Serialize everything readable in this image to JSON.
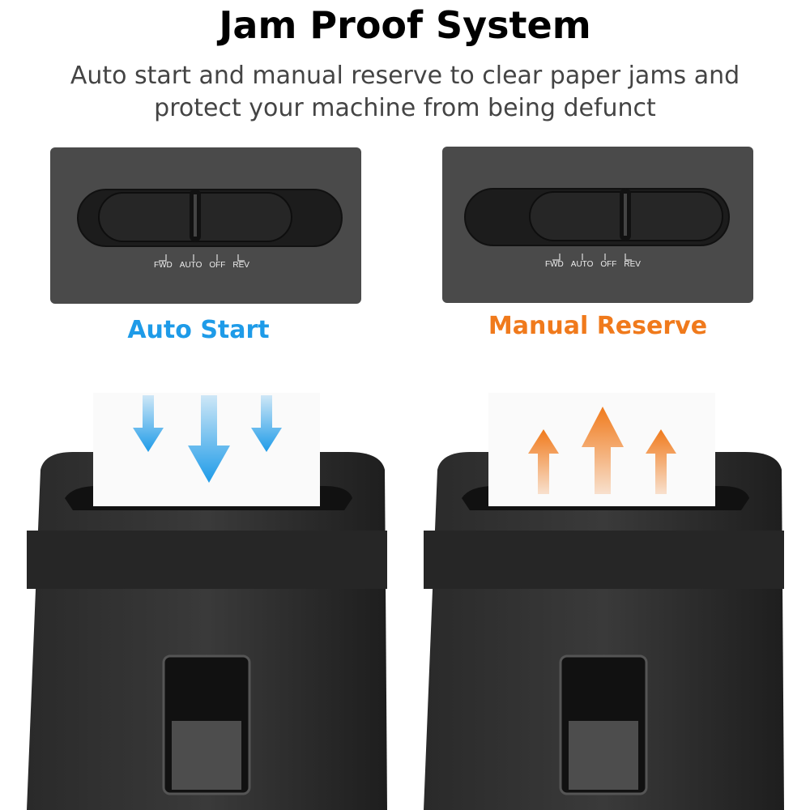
{
  "header": {
    "title": "Jam Proof System",
    "subtitle_line1": "Auto start and manual reserve to clear paper jams and",
    "subtitle_line2": "protect your machine from being defunct"
  },
  "switch_labels": [
    "FWD",
    "AUTO",
    "OFF",
    "REV"
  ],
  "modes": [
    {
      "label": "Auto Start",
      "color": "#1e9be8",
      "arrow_direction": "down"
    },
    {
      "label": "Manual Reserve",
      "color": "#f07a1c",
      "arrow_direction": "up"
    }
  ]
}
